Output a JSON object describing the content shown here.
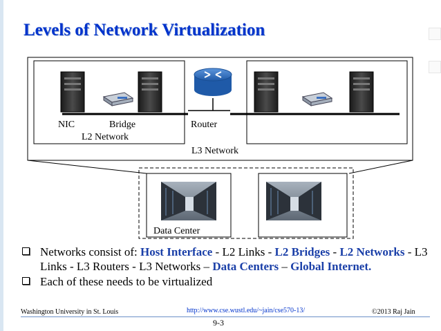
{
  "slide": {
    "title": "Levels of Network Virtualization"
  },
  "diagram": {
    "labels": {
      "nic": "NIC",
      "bridge": "Bridge",
      "router": "Router",
      "l2_network": "L2 Network",
      "l3_network": "L3 Network",
      "data_center": "Data Center"
    }
  },
  "bullets": {
    "b1": {
      "p1": "Networks consist of: ",
      "host_interface": "Host Interface",
      "p2": " - L2 Links - ",
      "l2_bridges": "L2 Bridges",
      "p3": " - ",
      "l2_networks": "L2 Networks",
      "p4": " - L3 Links - L3 Routers - L3 Networks – ",
      "data_centers": "Data Centers",
      "p5": " – ",
      "global_internet": "Global Internet."
    },
    "b2": "Each of these needs to be virtualized"
  },
  "footer": {
    "institution": "Washington University in St. Louis",
    "url": "http://www.cse.wustl.edu/~jain/cse570-13/",
    "copyright": "©2013 Raj Jain",
    "page": "9-3"
  },
  "colors": {
    "title": "#0033cc",
    "highlight": "#1a3fa8",
    "router": "#2f6fc4"
  }
}
